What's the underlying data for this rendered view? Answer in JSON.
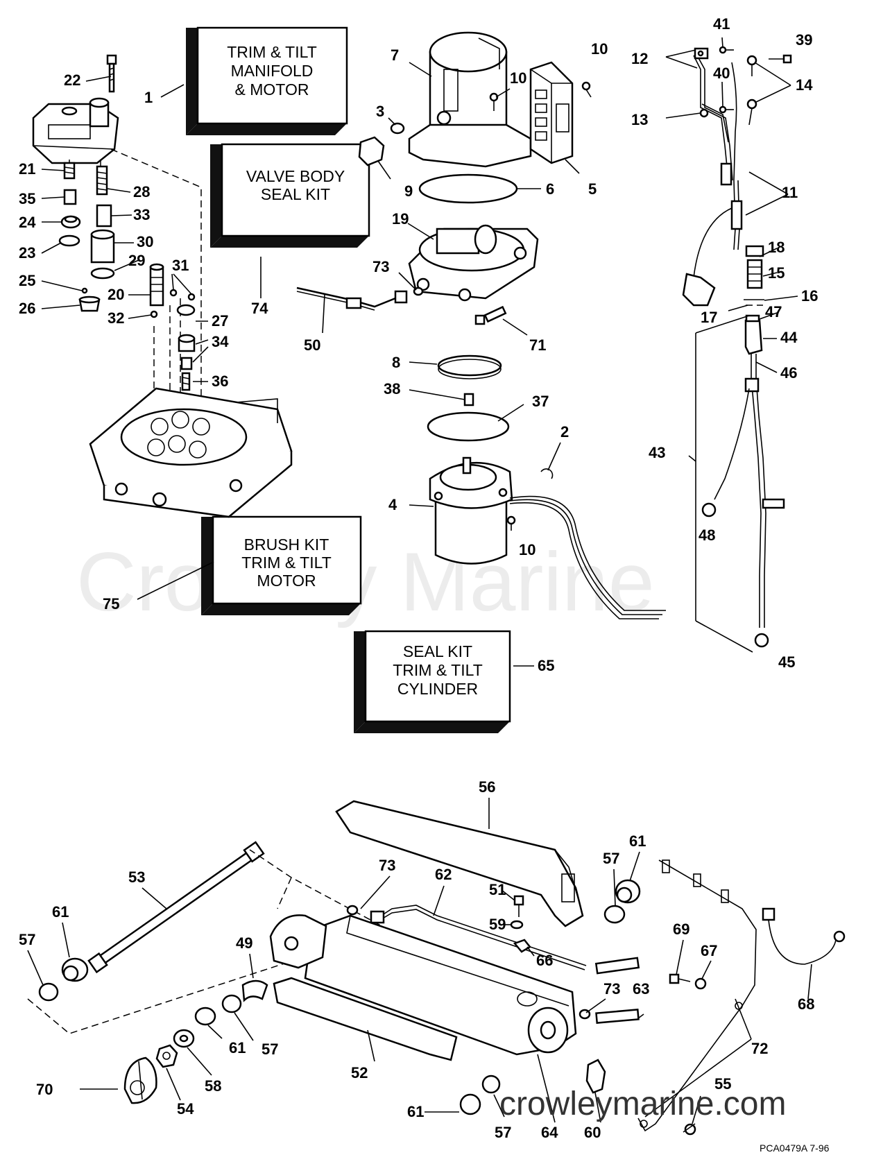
{
  "watermark": "Crowley Marine",
  "website": "crowleymarine.com",
  "drawing_code": "PCA0479A  7-96",
  "kit_boxes": [
    {
      "name": "trim-tilt-manifold-motor-box",
      "lines": [
        "TRIM & TILT",
        "MANIFOLD",
        "& MOTOR"
      ]
    },
    {
      "name": "valve-body-seal-kit-box",
      "lines": [
        "VALVE BODY",
        "SEAL KIT"
      ]
    },
    {
      "name": "brush-kit-box",
      "lines": [
        "BRUSH KIT",
        "TRIM & TILT",
        "MOTOR"
      ]
    },
    {
      "name": "seal-kit-cylinder-box",
      "lines": [
        "SEAL KIT",
        "TRIM & TILT",
        "CYLINDER"
      ]
    }
  ],
  "callouts": [
    "22",
    "1",
    "21",
    "28",
    "35",
    "33",
    "24",
    "30",
    "23",
    "29",
    "25",
    "31",
    "20",
    "26",
    "32",
    "27",
    "34",
    "36",
    "74",
    "7",
    "10",
    "3",
    "9",
    "6",
    "5",
    "19",
    "73",
    "50",
    "71",
    "8",
    "38",
    "37",
    "2",
    "4",
    "75",
    "65",
    "41",
    "39",
    "12",
    "40",
    "14",
    "13",
    "11",
    "18",
    "15",
    "16",
    "17",
    "47",
    "44",
    "46",
    "43",
    "48",
    "45",
    "56",
    "53",
    "61",
    "57",
    "49",
    "70",
    "54",
    "58",
    "52",
    "62",
    "51",
    "59",
    "66",
    "69",
    "67",
    "68",
    "63",
    "72",
    "55",
    "64",
    "60"
  ]
}
